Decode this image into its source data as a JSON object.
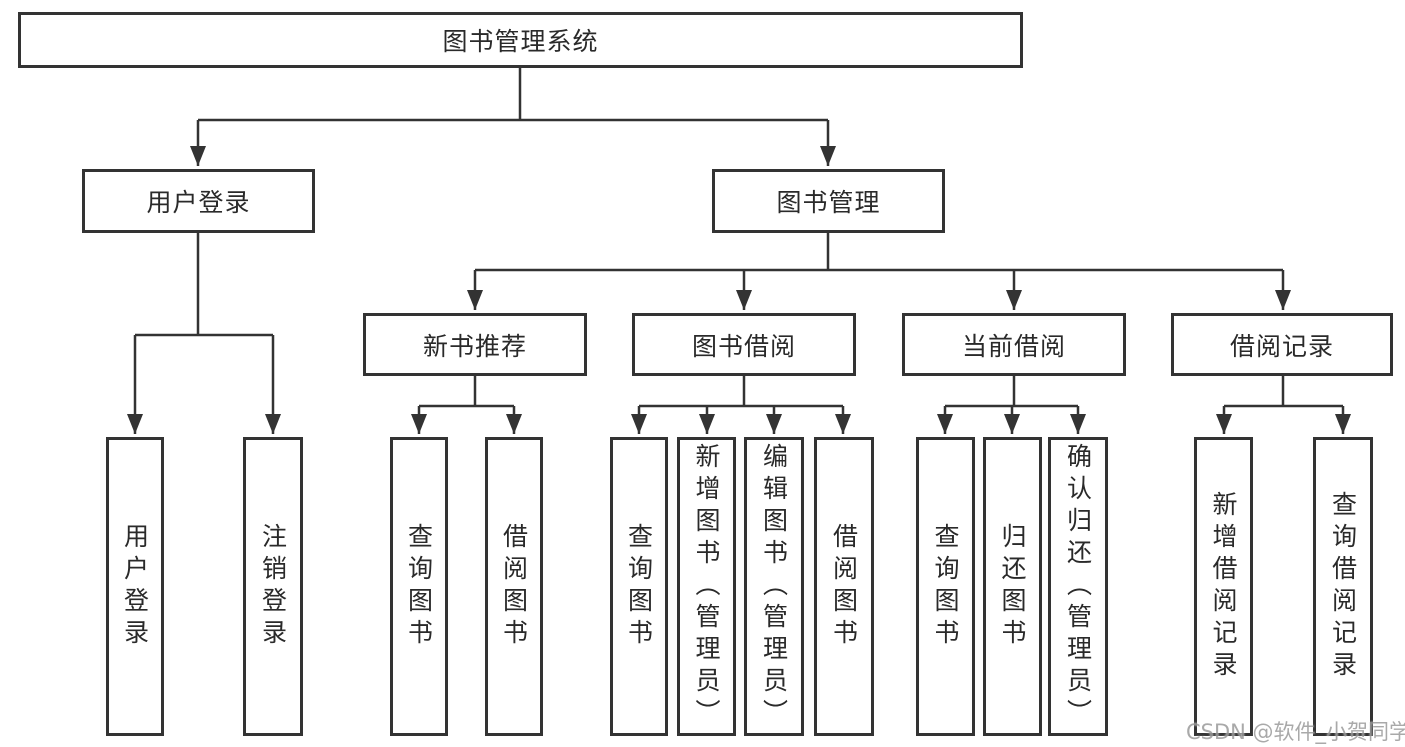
{
  "diagram": {
    "type": "hierarchy-tree",
    "tree": {
      "root": {
        "label": "图书管理系统"
      },
      "level2": [
        {
          "label": "用户登录"
        },
        {
          "label": "图书管理"
        }
      ],
      "level3": [
        {
          "label": "新书推荐"
        },
        {
          "label": "图书借阅"
        },
        {
          "label": "当前借阅"
        },
        {
          "label": "借阅记录"
        }
      ],
      "leaves": {
        "user_login": [
          {
            "label": "用户登录"
          },
          {
            "label": "注销登录"
          }
        ],
        "new_book_recommend": [
          {
            "label": "查询图书"
          },
          {
            "label": "借阅图书"
          }
        ],
        "book_borrowing": [
          {
            "label": "查询图书"
          },
          {
            "label": "新增图书（管理员）"
          },
          {
            "label": "编辑图书（管理员）"
          },
          {
            "label": "借阅图书"
          }
        ],
        "current_borrowing": [
          {
            "label": "查询图书"
          },
          {
            "label": "归还图书"
          },
          {
            "label": "确认归还（管理员）"
          }
        ],
        "borrowing_records": [
          {
            "label": "新增借阅记录"
          },
          {
            "label": "查询借阅记录"
          }
        ]
      }
    },
    "colors": {
      "line": "#333333",
      "box_border": "#333333",
      "box_background": "#ffffff",
      "text": "#2a2a2a",
      "watermark": "#9b9b9b",
      "background": "#ffffff"
    }
  },
  "watermark": {
    "text": "CSDN @软件_小贺同学"
  }
}
